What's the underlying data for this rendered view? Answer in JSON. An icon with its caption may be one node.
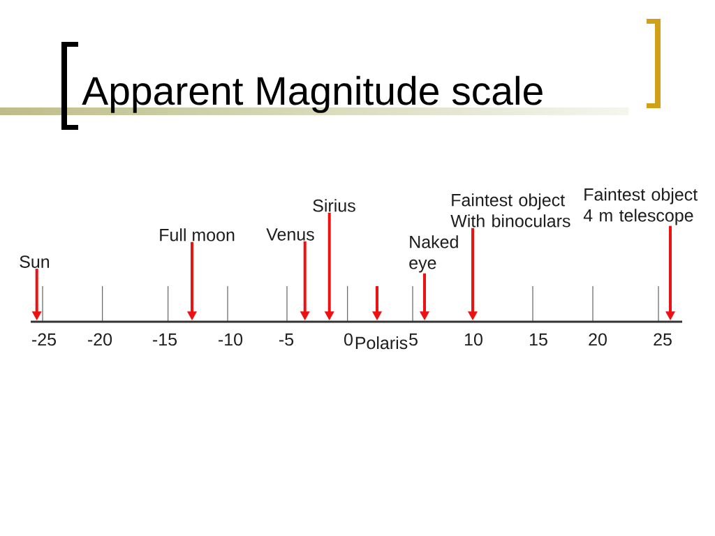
{
  "diagram": {
    "title": "Apparent Magnitude scale",
    "nodes": [
      {
        "text": [
          "Sun"
        ]
      },
      {
        "text": [
          "Full moon"
        ]
      },
      {
        "text": [
          "Venus"
        ]
      },
      {
        "text": [
          "Sirius"
        ]
      },
      {
        "text": [
          "Naked eye"
        ]
      },
      {
        "text": [
          "Faintest object With binoculars"
        ]
      },
      {
        "text": [
          "Faintest object 4 m telescope"
        ]
      },
      {
        "text": [],
        "shape": "line"
      }
    ],
    "edges": [
      {
        "from": 0,
        "to": 7,
        "arrow": "to"
      },
      {
        "from": 1,
        "to": 7,
        "arrow": "to"
      },
      {
        "from": 2,
        "to": 7,
        "arrow": "to"
      },
      {
        "from": 3,
        "to": 7,
        "arrow": "to"
      },
      {
        "from": null,
        "to": 7,
        "arrow": "to"
      },
      {
        "from": 4,
        "to": 7,
        "arrow": "to"
      },
      {
        "from": 5,
        "to": 7,
        "arrow": "to"
      },
      {
        "from": 6,
        "to": 7,
        "arrow": "to"
      }
    ],
    "labels": [
      "-25",
      "-20",
      "-15",
      "-10",
      "-5",
      "0",
      "Polaris",
      "5",
      "10",
      "15",
      "20",
      "25"
    ]
  }
}
